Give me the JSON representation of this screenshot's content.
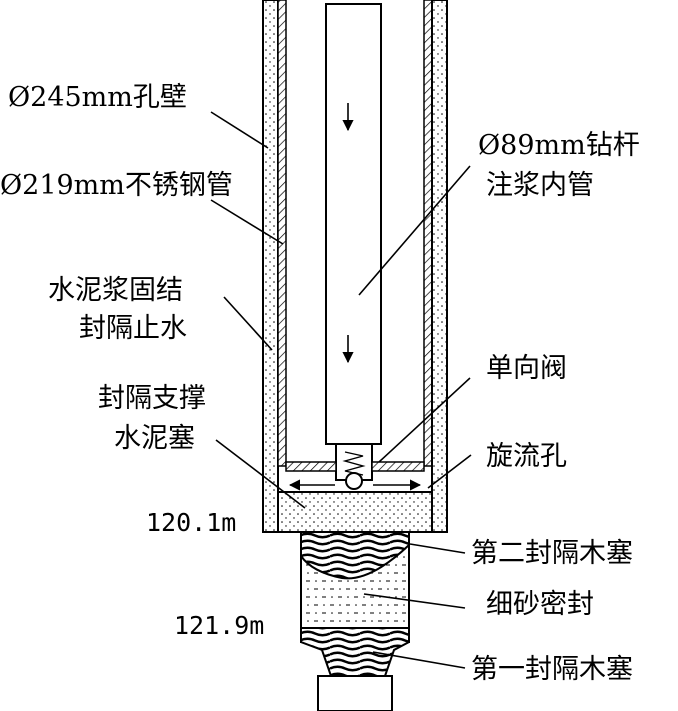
{
  "labels": {
    "bore_wall": "Ø245mm孔壁",
    "steel_pipe": "Ø219mm不锈钢管",
    "drill_rod_line1": "Ø89mm钻杆",
    "drill_rod_line2": "注浆内管",
    "cement_seal_line1": "水泥浆固结",
    "cement_seal_line2": "封隔止水",
    "check_valve": "单向阀",
    "support_plug_line1": "封隔支撑",
    "support_plug_line2": "水泥塞",
    "swirl_hole": "旋流孔",
    "depth_1": "120.1m",
    "second_plug": "第二封隔木塞",
    "sand_seal": "细砂密封",
    "depth_2": "121.9m",
    "first_plug": "第一封隔木塞"
  }
}
